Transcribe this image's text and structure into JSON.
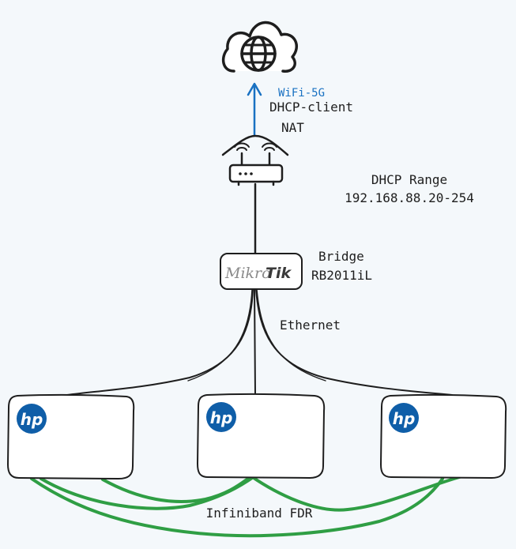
{
  "diagram": {
    "internet": {
      "icon": "cloud-globe-icon"
    },
    "uplink": {
      "label_wifi": "WiFi-5G",
      "label_dhcp": "DHCP-client",
      "label_nat": "NAT",
      "color": "#1971c2"
    },
    "router": {
      "icon": "wifi-router-icon"
    },
    "dhcp": {
      "title": "DHCP Range",
      "range": "192.168.88.20-254"
    },
    "switch": {
      "brand_left": "Mikro",
      "brand_right": "Tik",
      "label_bridge": "Bridge",
      "label_model": "RB2011iL"
    },
    "ethernet": {
      "label": "Ethernet"
    },
    "servers": [
      {
        "brand": "hp",
        "icon": "hp-logo-icon"
      },
      {
        "brand": "hp",
        "icon": "hp-logo-icon"
      },
      {
        "brand": "hp",
        "icon": "hp-logo-icon"
      }
    ],
    "interconnect": {
      "label": "Infiniband FDR",
      "color": "#2f9e44"
    },
    "colors": {
      "background": "#f4f8fb",
      "stroke": "#1e1e1e",
      "hp_blue": "#0f5ea8"
    }
  }
}
